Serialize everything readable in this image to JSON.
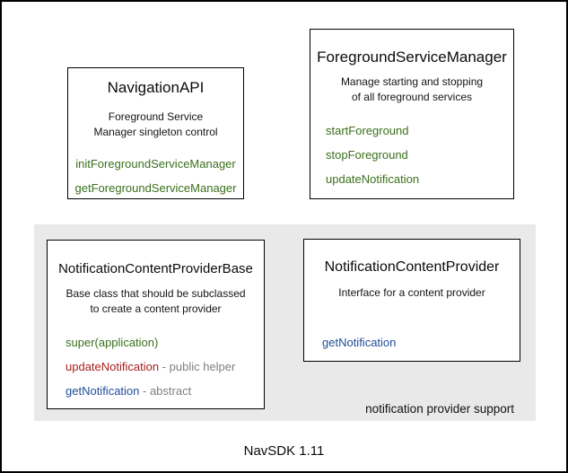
{
  "colors": {
    "method_green": "#3a701c",
    "method_red": "#a81e1e",
    "method_blue": "#1f4d9a",
    "suffix_gray": "#7f7f7f",
    "group_bg": "#e9e9e9",
    "border_color": "#000000",
    "canvas_bg": "#ffffff"
  },
  "boxes": {
    "navigation_api": {
      "title": "NavigationAPI",
      "desc": [
        "Foreground Service",
        "Manager singleton control"
      ],
      "methods": [
        {
          "name": "initForegroundServiceManager",
          "color": "green",
          "suffix": ""
        },
        {
          "name": "getForegroundServiceManager",
          "color": "green",
          "suffix": ""
        }
      ]
    },
    "foreground_service_manager": {
      "title": "ForegroundServiceManager",
      "desc": [
        "Manage starting and stopping",
        "of all foreground services"
      ],
      "methods": [
        {
          "name": "startForeground",
          "color": "green",
          "suffix": ""
        },
        {
          "name": "stopForeground",
          "color": "green",
          "suffix": ""
        },
        {
          "name": "updateNotification",
          "color": "green",
          "suffix": ""
        }
      ]
    },
    "notification_content_provider_base": {
      "title": "NotificationContentProviderBase",
      "desc": [
        "Base class that should be subclassed",
        "to create a content provider"
      ],
      "methods": [
        {
          "name": "super(application)",
          "color": "green",
          "suffix": ""
        },
        {
          "name": "updateNotification",
          "color": "red",
          "suffix": " - public helper"
        },
        {
          "name": "getNotification",
          "color": "blue",
          "suffix": " - abstract"
        }
      ]
    },
    "notification_content_provider": {
      "title": "NotificationContentProvider",
      "desc": [
        "Interface for a content provider"
      ],
      "methods": [
        {
          "name": "getNotification",
          "color": "blue",
          "suffix": ""
        }
      ]
    }
  },
  "group": {
    "label": "notification provider support"
  },
  "footer": {
    "label": "NavSDK 1.11"
  }
}
